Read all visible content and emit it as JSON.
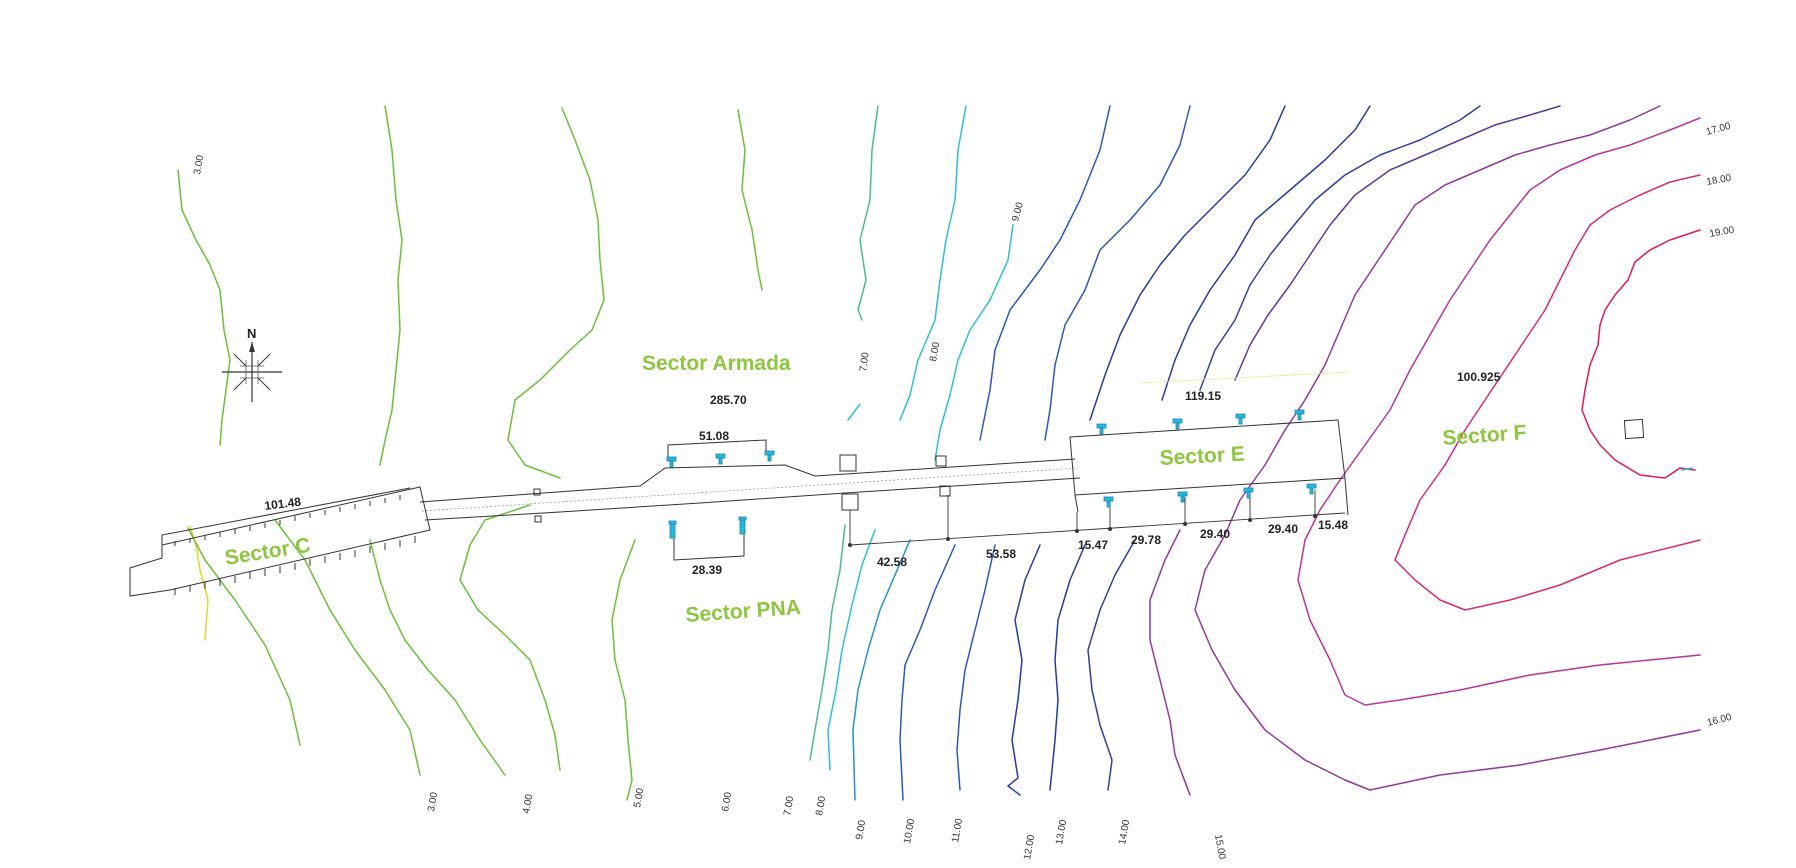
{
  "colors": {
    "sector_label": "#8dc63f",
    "structure": "#333333",
    "bollard": "#29b6e0",
    "contour_scale": [
      "#d8dc2a",
      "#6bbf3a",
      "#6bbf3a",
      "#6bbf3a",
      "#4aba9a",
      "#2bbfd6",
      "#2a8fd0",
      "#2b58b5",
      "#243c9e",
      "#333f9a",
      "#5a3a9a",
      "#93389d",
      "#b8359c",
      "#d62a7a",
      "#e0185a",
      "#e0185a"
    ]
  },
  "compass": {
    "north_label": "N"
  },
  "sectors": {
    "c": "Sector C",
    "armada": "Sector Armada",
    "pna": "Sector PNA",
    "e": "Sector E",
    "f": "Sector F"
  },
  "dimensions": {
    "c_length": "101.48",
    "armada_total": "285.70",
    "armada_berth": "51.08",
    "pna_berth": "28.39",
    "seg_1": "42.58",
    "seg_2": "53.58",
    "seg_3": "15.47",
    "seg_4": "29.78",
    "seg_5": "29.40",
    "seg_6": "29.40",
    "seg_7": "15.48",
    "e_length": "119.15",
    "f_length": "100.925"
  },
  "contour_labels": {
    "top_300": "3.00",
    "top_700": "7.00",
    "top_800": "8.00",
    "top_900": "9.00",
    "right_1700": "17.00",
    "right_1800": "18.00",
    "right_1900": "19.00",
    "right_1600": "16.00",
    "bot_300": "3.00",
    "bot_400": "4.00",
    "bot_500": "5.00",
    "bot_600": "6.00",
    "bot_700": "7.00",
    "bot_800": "8.00",
    "bot_900": "9.00",
    "bot_1000": "10.00",
    "bot_1100": "11.00",
    "bot_1200": "12.00",
    "bot_1300": "13.00",
    "bot_1400": "14.00",
    "bot_1500": "15.00"
  }
}
